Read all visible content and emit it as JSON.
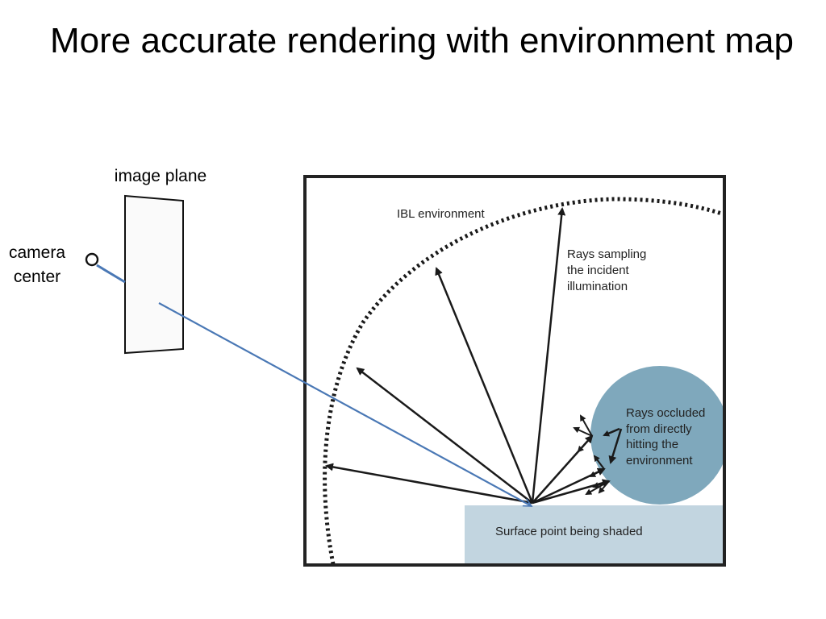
{
  "slide": {
    "title": "More accurate rendering with environment map"
  },
  "diagram": {
    "image_plane_label": "image plane",
    "camera_label_line1": "camera",
    "camera_label_line2": "center",
    "ibl_label": "IBL environment",
    "rays_sampling_lines": [
      "Rays sampling",
      "the incident",
      "illumination"
    ],
    "occluded_lines": [
      "Rays occluded",
      "from directly",
      "hitting the",
      "environment"
    ],
    "surface_label": "Surface point being shaded"
  },
  "colors": {
    "camera_ray": "#4a78b5",
    "occluder": "#7fa8bc",
    "surface": "#c2d5e0",
    "frame": "#222222",
    "arrow": "#1a1a1a"
  }
}
